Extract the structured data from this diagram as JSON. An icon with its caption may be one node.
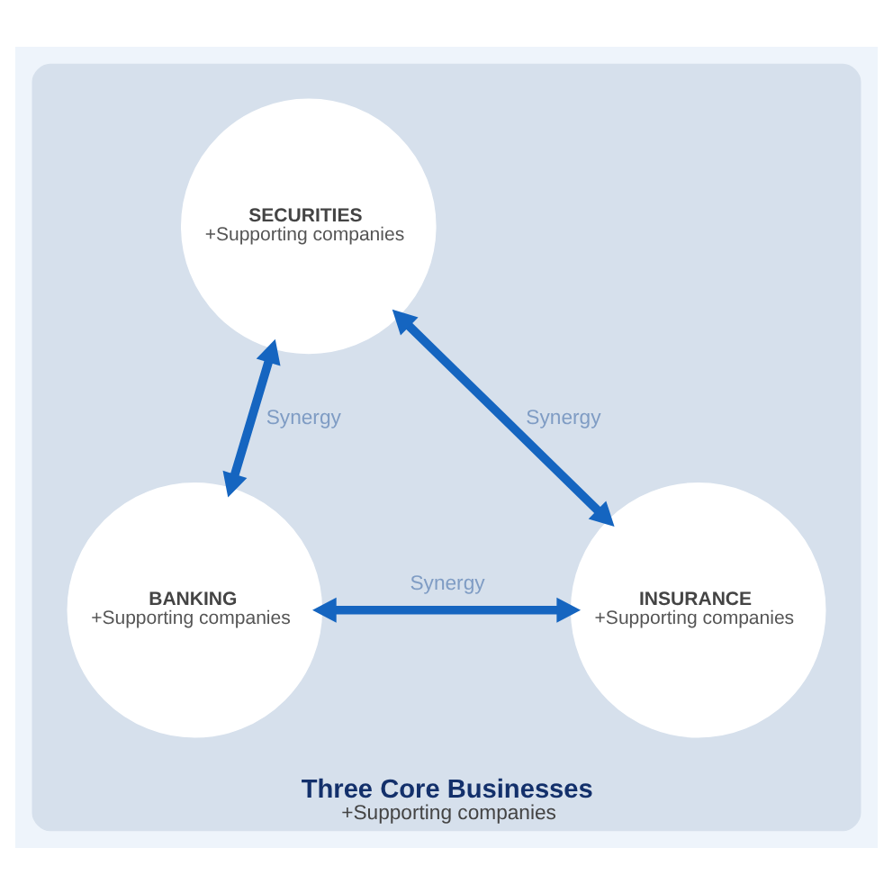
{
  "diagram": {
    "nodes": [
      {
        "text": [
          "Three Core Businesses",
          "+Supporting companies"
        ]
      },
      {
        "text": [
          "SECURITIES",
          "+Supporting companies"
        ],
        "in": 0
      },
      {
        "text": [
          "BANKING",
          "+Supporting companies"
        ],
        "in": 0
      },
      {
        "text": [
          "INSURANCE",
          "+Supporting companies"
        ],
        "in": 0
      }
    ],
    "edges": [
      {
        "from": 1,
        "to": 2,
        "arrow": "both",
        "label": "Synergy"
      },
      {
        "from": 1,
        "to": 3,
        "arrow": "both",
        "label": "Synergy"
      },
      {
        "from": 2,
        "to": 3,
        "arrow": "both",
        "label": "Synergy"
      }
    ]
  }
}
